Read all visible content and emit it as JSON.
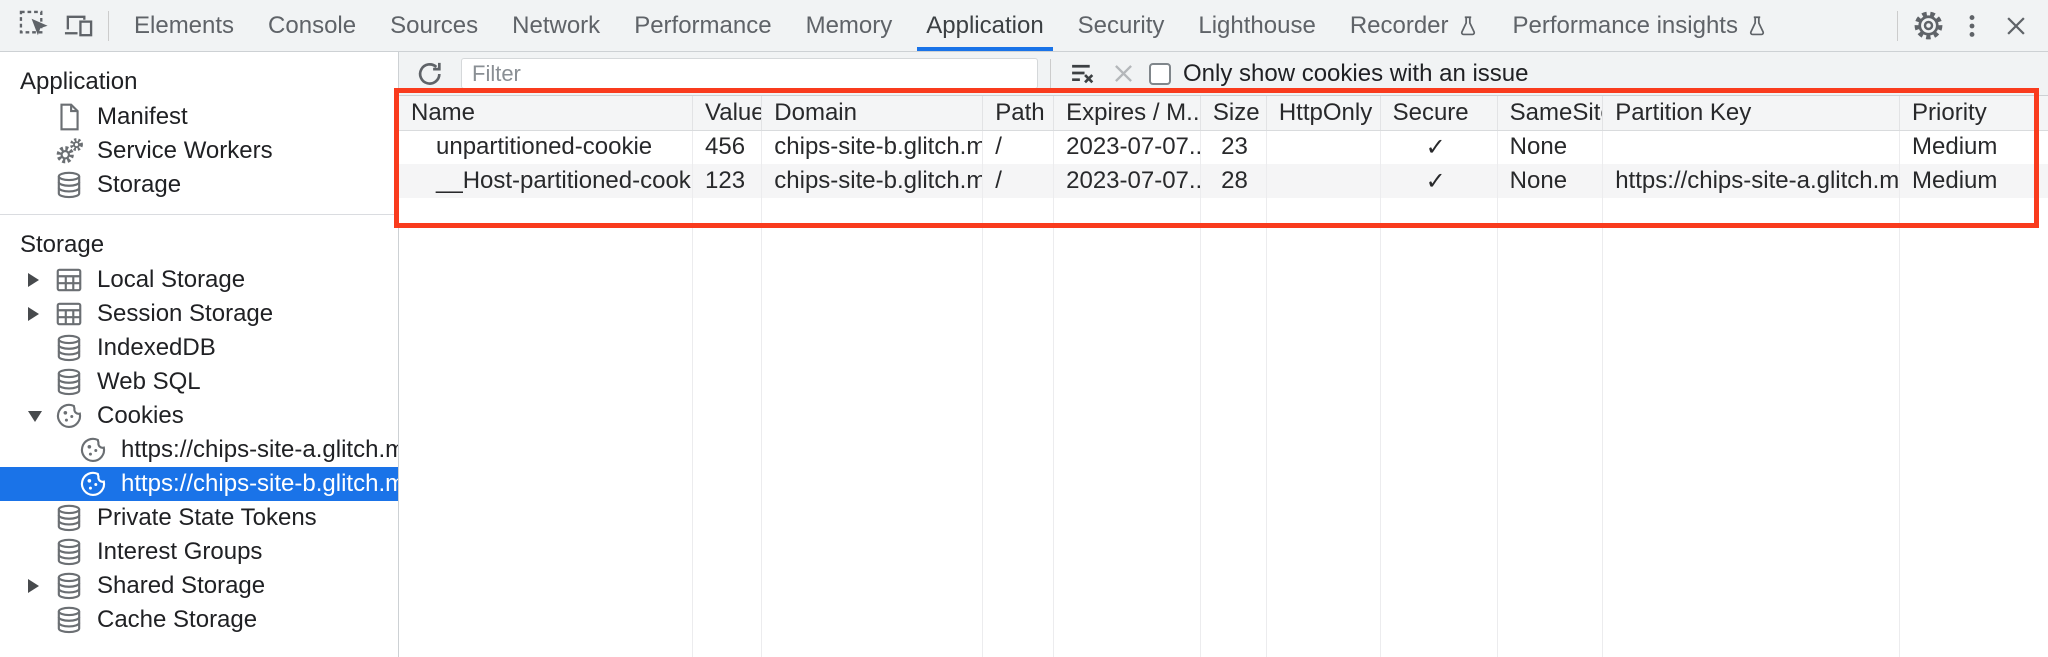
{
  "colors": {
    "accent": "#1a73e8",
    "highlight": "#f93b1d",
    "toolbar_bg": "#f1f3f4",
    "selected_item_bg": "#1a73e8"
  },
  "topbar": {
    "icons": [
      "inspect-cursor-icon",
      "device-toolbar-icon",
      "gear-icon",
      "kebab-menu-icon",
      "close-icon"
    ],
    "tabs": [
      {
        "label": "Elements"
      },
      {
        "label": "Console"
      },
      {
        "label": "Sources"
      },
      {
        "label": "Network"
      },
      {
        "label": "Performance"
      },
      {
        "label": "Memory"
      },
      {
        "label": "Application",
        "selected": true
      },
      {
        "label": "Security"
      },
      {
        "label": "Lighthouse"
      },
      {
        "label": "Recorder",
        "flask": true
      },
      {
        "label": "Performance insights",
        "flask": true
      }
    ]
  },
  "sidebar": {
    "sections": [
      {
        "title": "Application",
        "items": [
          {
            "label": "Manifest",
            "icon": "document-icon"
          },
          {
            "label": "Service Workers",
            "icon": "gears-icon"
          },
          {
            "label": "Storage",
            "icon": "database-icon"
          }
        ]
      },
      {
        "title": "Storage",
        "items": [
          {
            "label": "Local Storage",
            "icon": "table-icon",
            "state": "collapsed"
          },
          {
            "label": "Session Storage",
            "icon": "table-icon",
            "state": "collapsed"
          },
          {
            "label": "IndexedDB",
            "icon": "database-icon"
          },
          {
            "label": "Web SQL",
            "icon": "database-icon"
          },
          {
            "label": "Cookies",
            "icon": "cookie-icon",
            "state": "expanded"
          },
          {
            "label": "https://chips-site-a.glitch.me",
            "icon": "cookie-icon",
            "child": true
          },
          {
            "label": "https://chips-site-b.glitch.me",
            "icon": "cookie-icon",
            "child": true,
            "selected": true
          },
          {
            "label": "Private State Tokens",
            "icon": "database-icon"
          },
          {
            "label": "Interest Groups",
            "icon": "database-icon"
          },
          {
            "label": "Shared Storage",
            "icon": "database-icon",
            "state": "collapsed"
          },
          {
            "label": "Cache Storage",
            "icon": "database-icon"
          }
        ]
      }
    ]
  },
  "filterbar": {
    "refresh_icon": "refresh-icon",
    "filter_placeholder": "Filter",
    "filter_value": "",
    "clear_filter_icon": "clear-filter-icon",
    "clear_icon": "clear-x-icon",
    "checkbox_label": "Only show cookies with an issue",
    "checkbox_checked": false
  },
  "cookie_table": {
    "columns": [
      "Name",
      "Value",
      "Domain",
      "Path",
      "Expires / M...",
      "Size",
      "HttpOnly",
      "Secure",
      "SameSite",
      "Partition Key",
      "Priority"
    ],
    "rows": [
      {
        "name": "unpartitioned-cookie",
        "value": "456",
        "domain": "chips-site-b.glitch.me",
        "path": "/",
        "expires": "2023-07-07...",
        "size": "23",
        "http_only": "",
        "secure": "✓",
        "same_site": "None",
        "partition_key": "",
        "priority": "Medium"
      },
      {
        "name": "__Host-partitioned-cookie",
        "value": "123",
        "domain": "chips-site-b.glitch.me",
        "path": "/",
        "expires": "2023-07-07...",
        "size": "28",
        "http_only": "",
        "secure": "✓",
        "same_site": "None",
        "partition_key": "https://chips-site-a.glitch.me",
        "priority": "Medium"
      }
    ]
  }
}
